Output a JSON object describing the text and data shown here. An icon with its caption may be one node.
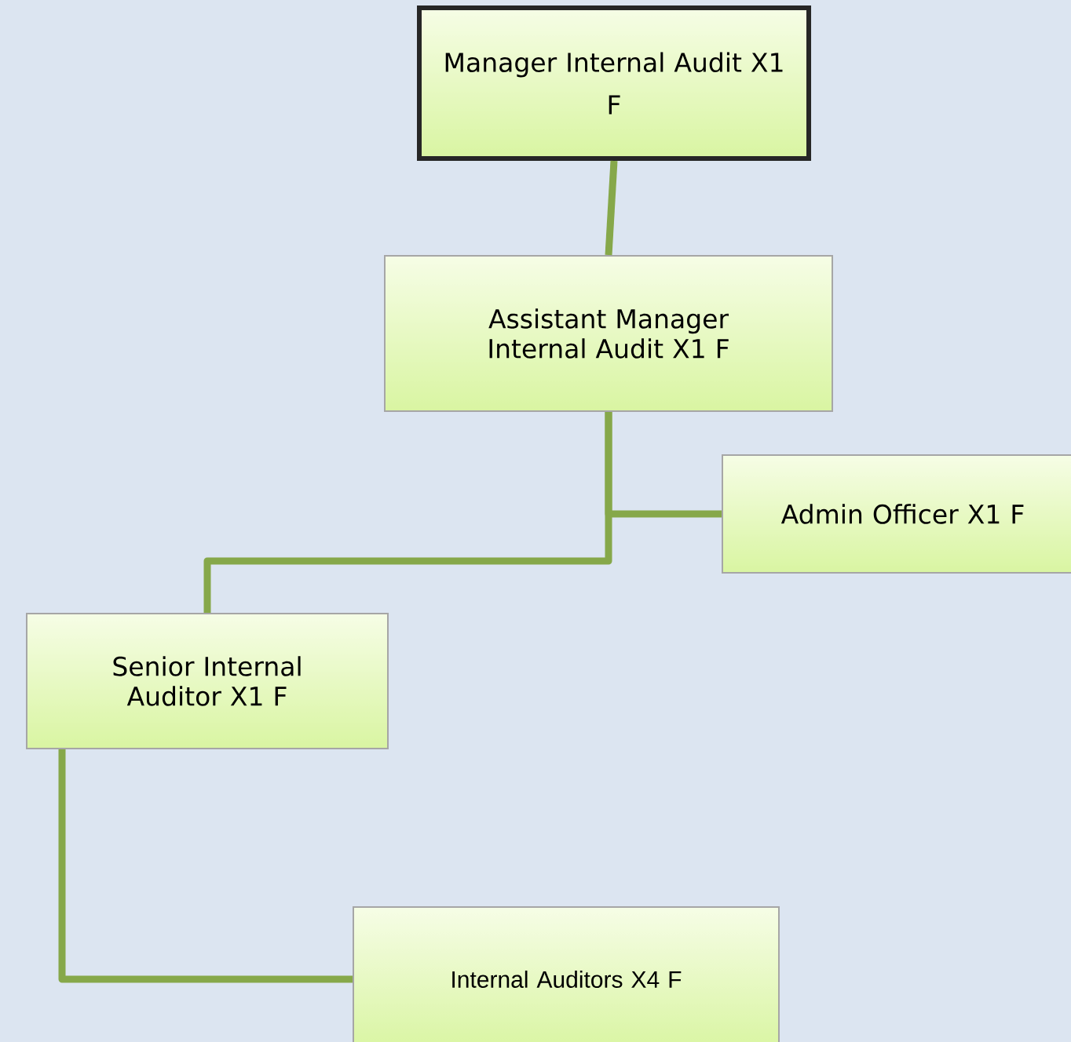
{
  "diagram": {
    "nodes": [
      {
        "text": [
          "Manager Internal Audit X1",
          "F"
        ]
      },
      {
        "text": [
          "Assistant Manager Internal Audit X1 F"
        ]
      },
      {
        "text": [
          "Admin Officer X1 F"
        ]
      },
      {
        "text": [
          "Senior Internal Auditor X1 F"
        ]
      },
      {
        "text": [
          "Internal Auditors X4 F"
        ]
      }
    ],
    "edges": [
      {
        "from": 0,
        "to": 1,
        "arrow": "none"
      },
      {
        "from": 1,
        "to": 2,
        "arrow": "none"
      },
      {
        "from": 1,
        "to": 3,
        "arrow": "none"
      },
      {
        "from": 3,
        "to": 4,
        "arrow": "none"
      }
    ]
  }
}
